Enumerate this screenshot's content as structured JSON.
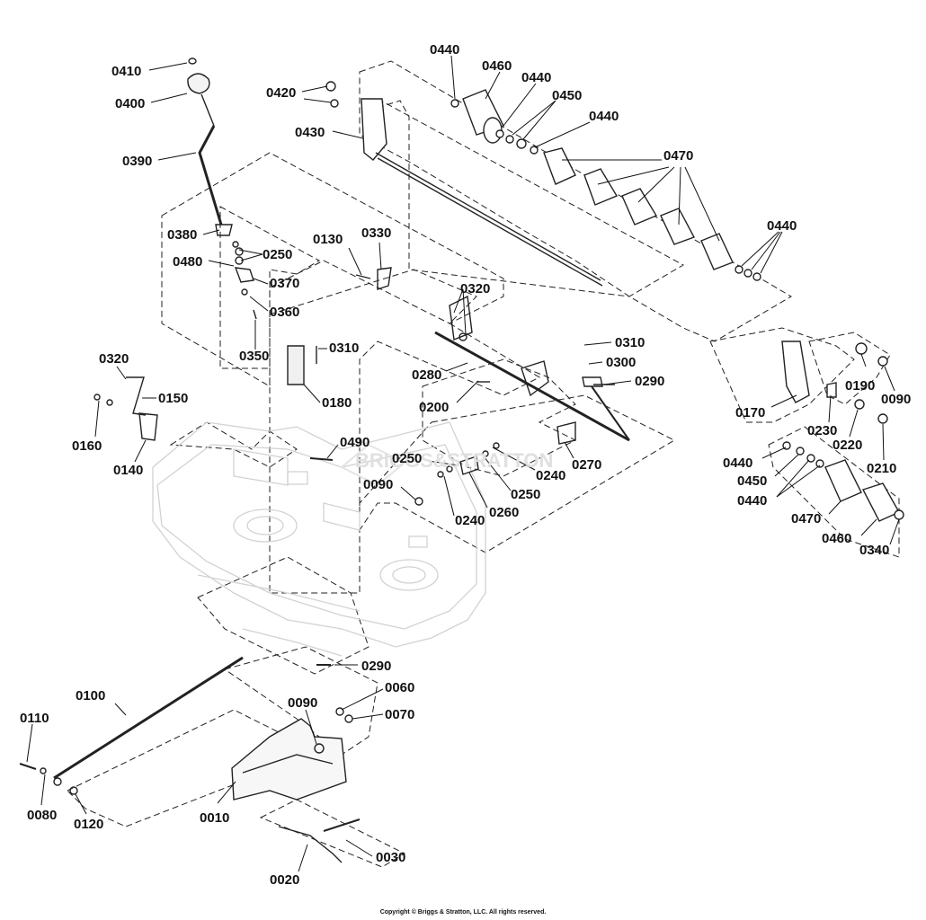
{
  "watermark": "BRIGGS&STRATTON",
  "copyright": "Copyright © Briggs & Stratton, LLC. All rights reserved.",
  "labels": [
    {
      "id": "l0440a",
      "text": "0440",
      "part": "0440"
    },
    {
      "id": "l0460a",
      "text": "0460",
      "part": "0460"
    },
    {
      "id": "l0440b",
      "text": "0440",
      "part": "0440"
    },
    {
      "id": "l0450a",
      "text": "0450",
      "part": "0450"
    },
    {
      "id": "l0440c",
      "text": "0440",
      "part": "0440"
    },
    {
      "id": "l0470a",
      "text": "0470",
      "part": "0470"
    },
    {
      "id": "l0440d",
      "text": "0440",
      "part": "0440"
    },
    {
      "id": "l0410",
      "text": "0410",
      "part": "0410"
    },
    {
      "id": "l0400",
      "text": "0400",
      "part": "0400"
    },
    {
      "id": "l0420",
      "text": "0420",
      "part": "0420"
    },
    {
      "id": "l0430",
      "text": "0430",
      "part": "0430"
    },
    {
      "id": "l0390",
      "text": "0390",
      "part": "0390"
    },
    {
      "id": "l0380",
      "text": "0380",
      "part": "0380"
    },
    {
      "id": "l0250a",
      "text": "0250",
      "part": "0250"
    },
    {
      "id": "l0480",
      "text": "0480",
      "part": "0480"
    },
    {
      "id": "l0370",
      "text": "0370",
      "part": "0370"
    },
    {
      "id": "l0360",
      "text": "0360",
      "part": "0360"
    },
    {
      "id": "l0350",
      "text": "0350",
      "part": "0350"
    },
    {
      "id": "l0130",
      "text": "0130",
      "part": "0130"
    },
    {
      "id": "l0330",
      "text": "0330",
      "part": "0330"
    },
    {
      "id": "l0320a",
      "text": "0320",
      "part": "0320"
    },
    {
      "id": "l0310a",
      "text": "0310",
      "part": "0310"
    },
    {
      "id": "l0180",
      "text": "0180",
      "part": "0180"
    },
    {
      "id": "l0320b",
      "text": "0320",
      "part": "0320"
    },
    {
      "id": "l0150",
      "text": "0150",
      "part": "0150"
    },
    {
      "id": "l0160",
      "text": "0160",
      "part": "0160"
    },
    {
      "id": "l0140",
      "text": "0140",
      "part": "0140"
    },
    {
      "id": "l0280",
      "text": "0280",
      "part": "0280"
    },
    {
      "id": "l0310b",
      "text": "0310",
      "part": "0310"
    },
    {
      "id": "l0300",
      "text": "0300",
      "part": "0300"
    },
    {
      "id": "l0290a",
      "text": "0290",
      "part": "0290"
    },
    {
      "id": "l0200",
      "text": "0200",
      "part": "0200"
    },
    {
      "id": "l0490",
      "text": "0490",
      "part": "0490"
    },
    {
      "id": "l0270",
      "text": "0270",
      "part": "0270"
    },
    {
      "id": "l0250b",
      "text": "0250",
      "part": "0250"
    },
    {
      "id": "l0240a",
      "text": "0240",
      "part": "0240"
    },
    {
      "id": "l0250c",
      "text": "0250",
      "part": "0250"
    },
    {
      "id": "l0090a",
      "text": "0090",
      "part": "0090"
    },
    {
      "id": "l0260",
      "text": "0260",
      "part": "0260"
    },
    {
      "id": "l0240b",
      "text": "0240",
      "part": "0240"
    },
    {
      "id": "l0170",
      "text": "0170",
      "part": "0170"
    },
    {
      "id": "l0190",
      "text": "0190",
      "part": "0190"
    },
    {
      "id": "l0090b",
      "text": "0090",
      "part": "0090"
    },
    {
      "id": "l0230",
      "text": "0230",
      "part": "0230"
    },
    {
      "id": "l0220",
      "text": "0220",
      "part": "0220"
    },
    {
      "id": "l0210",
      "text": "0210",
      "part": "0210"
    },
    {
      "id": "l0440e",
      "text": "0440",
      "part": "0440"
    },
    {
      "id": "l0450b",
      "text": "0450",
      "part": "0450"
    },
    {
      "id": "l0440f",
      "text": "0440",
      "part": "0440"
    },
    {
      "id": "l0470b",
      "text": "0470",
      "part": "0470"
    },
    {
      "id": "l0460b",
      "text": "0460",
      "part": "0460"
    },
    {
      "id": "l0340",
      "text": "0340",
      "part": "0340"
    },
    {
      "id": "l0290b",
      "text": "0290",
      "part": "0290"
    },
    {
      "id": "l0100",
      "text": "0100",
      "part": "0100"
    },
    {
      "id": "l0060",
      "text": "0060",
      "part": "0060"
    },
    {
      "id": "l0090c",
      "text": "0090",
      "part": "0090"
    },
    {
      "id": "l0070",
      "text": "0070",
      "part": "0070"
    },
    {
      "id": "l0110",
      "text": "0110",
      "part": "0110"
    },
    {
      "id": "l0080",
      "text": "0080",
      "part": "0080"
    },
    {
      "id": "l0120",
      "text": "0120",
      "part": "0120"
    },
    {
      "id": "l0010",
      "text": "0010",
      "part": "0010"
    },
    {
      "id": "l0020",
      "text": "0020",
      "part": "0020"
    },
    {
      "id": "l0030",
      "text": "0030",
      "part": "0030"
    }
  ]
}
